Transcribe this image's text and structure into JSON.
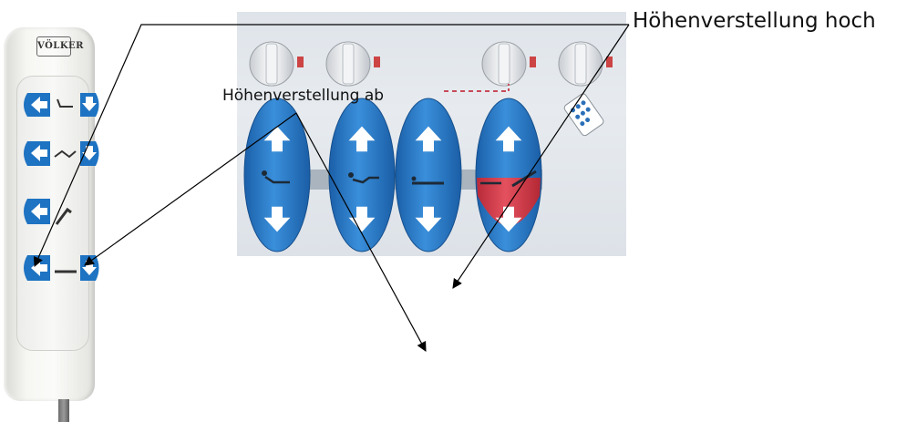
{
  "labels": {
    "height_up": "Höhenverstellung hoch",
    "height_down": "Höhenverstellung ab"
  },
  "remote": {
    "brand": "VÖLKER"
  },
  "colors": {
    "button_blue": "#1e73c2",
    "button_red": "#d63a48",
    "arrow_color": "#000000",
    "dashed_line": "#c84a58"
  },
  "icons": [
    "arrow-up-icon",
    "arrow-down-icon",
    "backrest-icon",
    "legrest-icon",
    "bed-height-icon",
    "tilt-icon",
    "remote-icon"
  ]
}
